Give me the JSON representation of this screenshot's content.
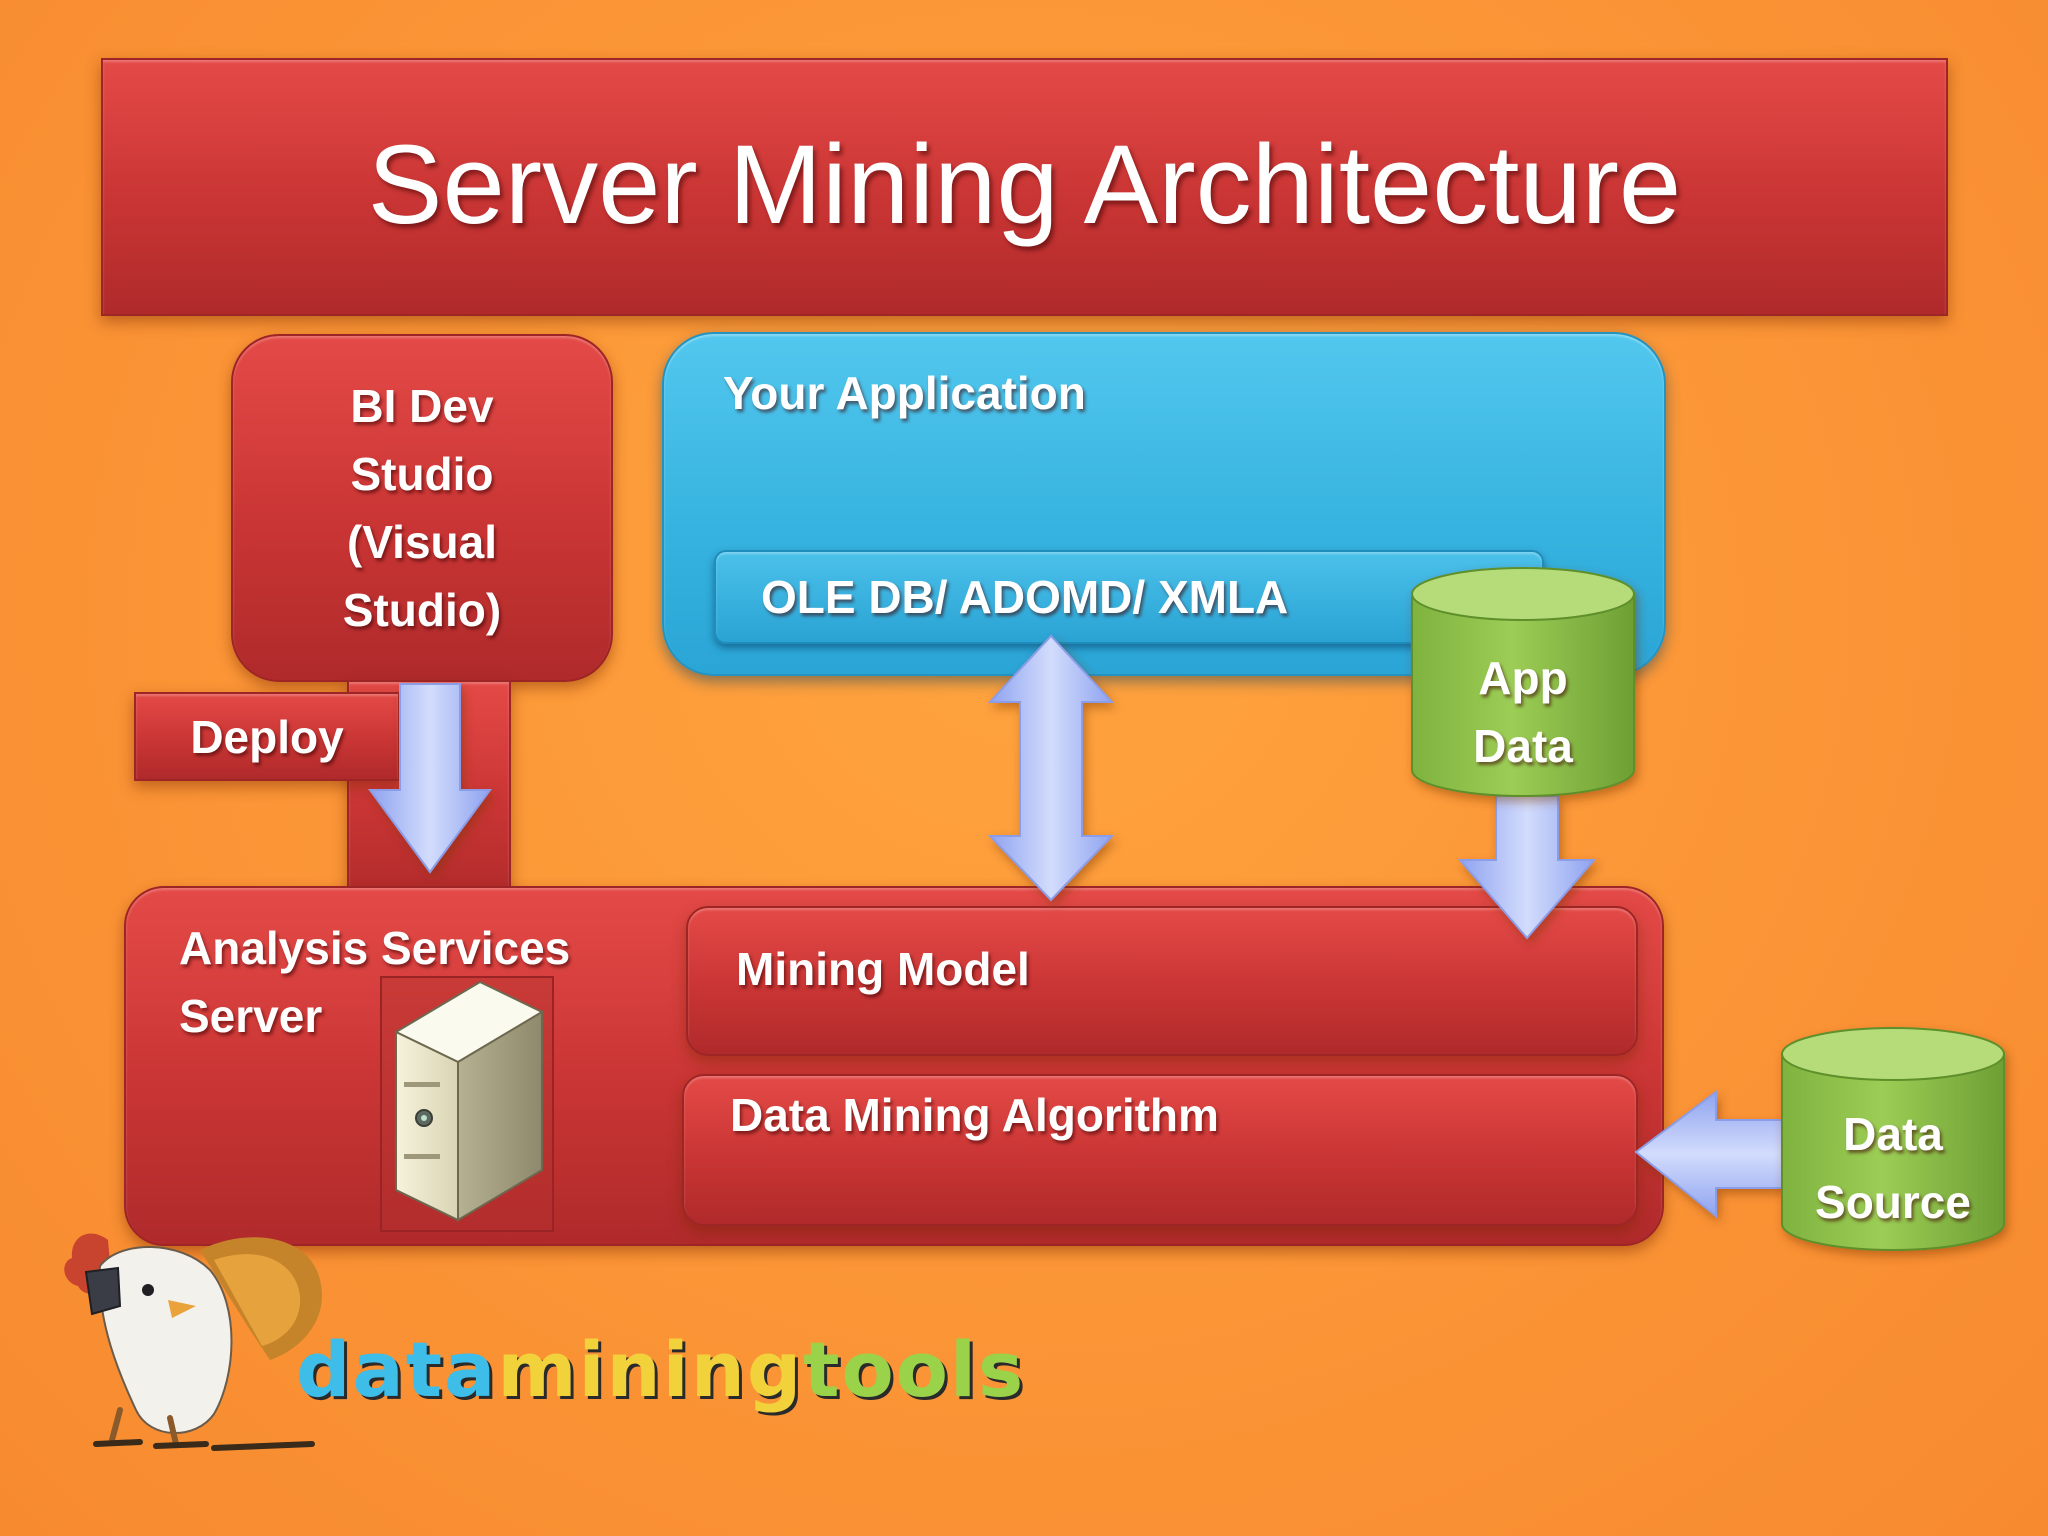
{
  "slide": {
    "title": "Server Mining Architecture"
  },
  "nodes": {
    "bi_dev_studio": "BI Dev\nStudio\n (Visual\nStudio)",
    "deploy": "Deploy",
    "your_application": "Your Application",
    "interface": "OLE DB/ ADOMD/ XMLA",
    "app_data": "App\nData",
    "analysis_server": "Analysis Services\nServer",
    "mining_model": "Mining Model",
    "data_mining_algorithm": "Data Mining Algorithm",
    "data_source": "Data\nSource"
  },
  "logo": {
    "part1": "data",
    "part2": "mining",
    "part3": "tools"
  },
  "colors": {
    "background": "#fb9536",
    "box_red": "#c93534",
    "box_blue": "#37b4e0",
    "cylinder_green": "#8cc04b",
    "arrow": "#a7b8f5"
  },
  "icons": [
    "server-tower-icon",
    "rooster-mascot-icon"
  ]
}
